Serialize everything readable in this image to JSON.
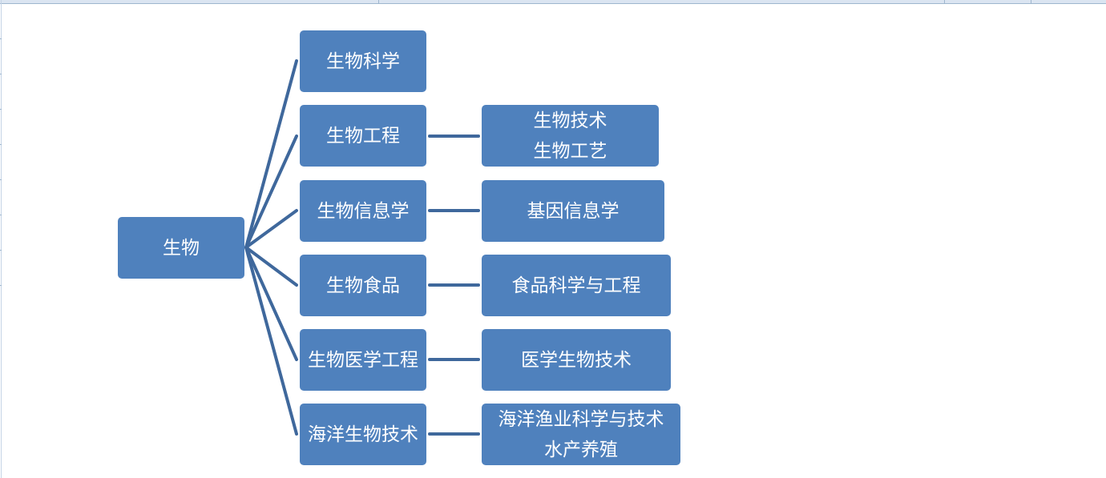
{
  "diagram": {
    "root": {
      "label": "生物"
    },
    "branches": [
      {
        "label": "生物科学",
        "children": []
      },
      {
        "label": "生物工程",
        "children": [
          "生物技术",
          "生物工艺"
        ]
      },
      {
        "label": "生物信息学",
        "children": [
          "基因信息学"
        ]
      },
      {
        "label": "生物食品",
        "children": [
          "食品科学与工程"
        ]
      },
      {
        "label": "生物医学工程",
        "children": [
          "医学生物技术"
        ]
      },
      {
        "label": "海洋生物技术",
        "children": [
          "海洋渔业科学与技术",
          "水产养殖"
        ]
      }
    ]
  },
  "colors": {
    "node_fill": "#4f81bd",
    "connector": "#3f689c",
    "text": "#ffffff"
  }
}
